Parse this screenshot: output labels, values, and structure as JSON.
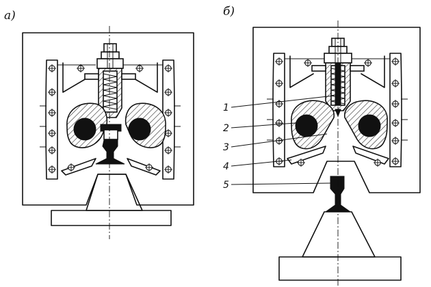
{
  "panels": [
    {
      "id": "a",
      "label": "а)"
    },
    {
      "id": "b",
      "label": "б)"
    }
  ],
  "callouts": [
    {
      "number": "1"
    },
    {
      "number": "2"
    },
    {
      "number": "3"
    },
    {
      "number": "4"
    },
    {
      "number": "5"
    }
  ]
}
